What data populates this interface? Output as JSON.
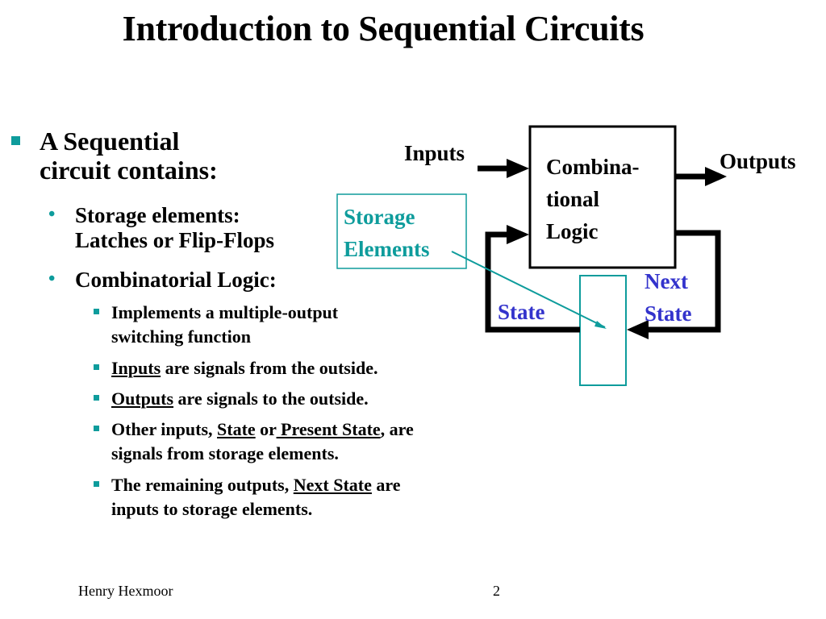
{
  "title": "Introduction to Sequential Circuits",
  "bullets": {
    "main": [
      "A Sequential",
      "circuit contains:"
    ],
    "storage": [
      "Storage elements:",
      "Latches or Flip-Flops"
    ],
    "comb": "Combinatorial Logic:",
    "sub1": [
      "Implements a multiple-output",
      "switching function"
    ],
    "sub2": {
      "u": "Inputs",
      "rest": " are signals from the outside."
    },
    "sub3": {
      "u": "Outputs",
      "rest": " are signals to the outside."
    },
    "sub4": {
      "a": "Other inputs, ",
      "u1": "State",
      "b": " or",
      "u2": " Present State",
      "c": ", are",
      "line2": "signals from storage elements."
    },
    "sub5": {
      "a": "The remaining outputs, ",
      "u": "Next State",
      "b": " are",
      "line2": "inputs to storage elements."
    }
  },
  "diagram": {
    "inputs": "Inputs",
    "outputs": "Outputs",
    "comb_logic": [
      "Combina-",
      "tional",
      "Logic"
    ],
    "storage": [
      "Storage",
      "Elements"
    ],
    "next_state": [
      "Next",
      "State"
    ],
    "state": "State"
  },
  "footer": {
    "author": "Henry Hexmoor",
    "page": "2"
  },
  "colors": {
    "accent": "#0E9C9C",
    "state_label": "#3333CC"
  }
}
